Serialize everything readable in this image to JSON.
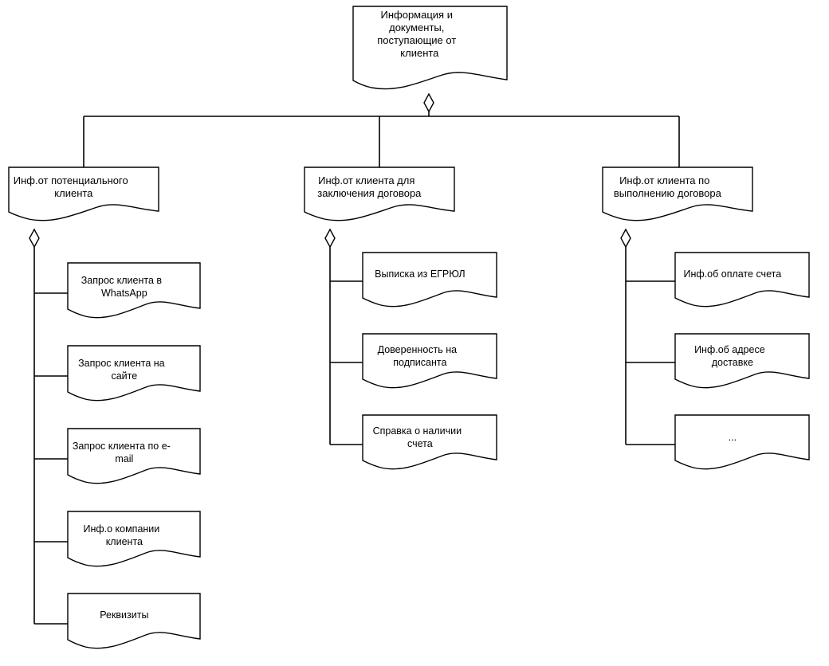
{
  "diagram": {
    "type": "tree-breakdown",
    "title": "Информация и документы, поступающие от клиента",
    "shape_style": "document",
    "line_color": "#000000",
    "fill_color": "#ffffff",
    "root": {
      "id": "root",
      "label_lines": [
        "Информация и",
        "документы,",
        "поступающие от",
        "клиента"
      ]
    },
    "branches": [
      {
        "id": "branch-potential-client",
        "label_lines": [
          "Инф.от потенциального",
          "клиента"
        ],
        "children": [
          {
            "id": "leaf-whatsapp",
            "label_lines": [
              "Запрос клиента в",
              "WhatsApp"
            ]
          },
          {
            "id": "leaf-site",
            "label_lines": [
              "Запрос клиента на",
              "сайте"
            ]
          },
          {
            "id": "leaf-email",
            "label_lines": [
              "Запрос клиента по e-",
              "mail"
            ]
          },
          {
            "id": "leaf-company-info",
            "label_lines": [
              "Инф.о компании",
              "клиента"
            ]
          },
          {
            "id": "leaf-requisites",
            "label_lines": [
              "Реквизиты"
            ]
          }
        ]
      },
      {
        "id": "branch-contract-conclusion",
        "label_lines": [
          "Инф.от клиента для",
          "заключения договора"
        ],
        "children": [
          {
            "id": "leaf-egrul",
            "label_lines": [
              "Выписка из ЕГРЮЛ"
            ]
          },
          {
            "id": "leaf-power-of-attorney",
            "label_lines": [
              "Доверенность на",
              "подписанта"
            ]
          },
          {
            "id": "leaf-account-certificate",
            "label_lines": [
              "Справка о наличии",
              "счета"
            ]
          }
        ]
      },
      {
        "id": "branch-contract-execution",
        "label_lines": [
          "Инф.от клиента по",
          "выполнению договора"
        ],
        "children": [
          {
            "id": "leaf-payment-info",
            "label_lines": [
              "Инф.об оплате счета"
            ]
          },
          {
            "id": "leaf-delivery-address",
            "label_lines": [
              "Инф.об адресе",
              "доставке"
            ]
          },
          {
            "id": "leaf-ellipsis",
            "label_lines": [
              "..."
            ]
          }
        ]
      }
    ]
  }
}
